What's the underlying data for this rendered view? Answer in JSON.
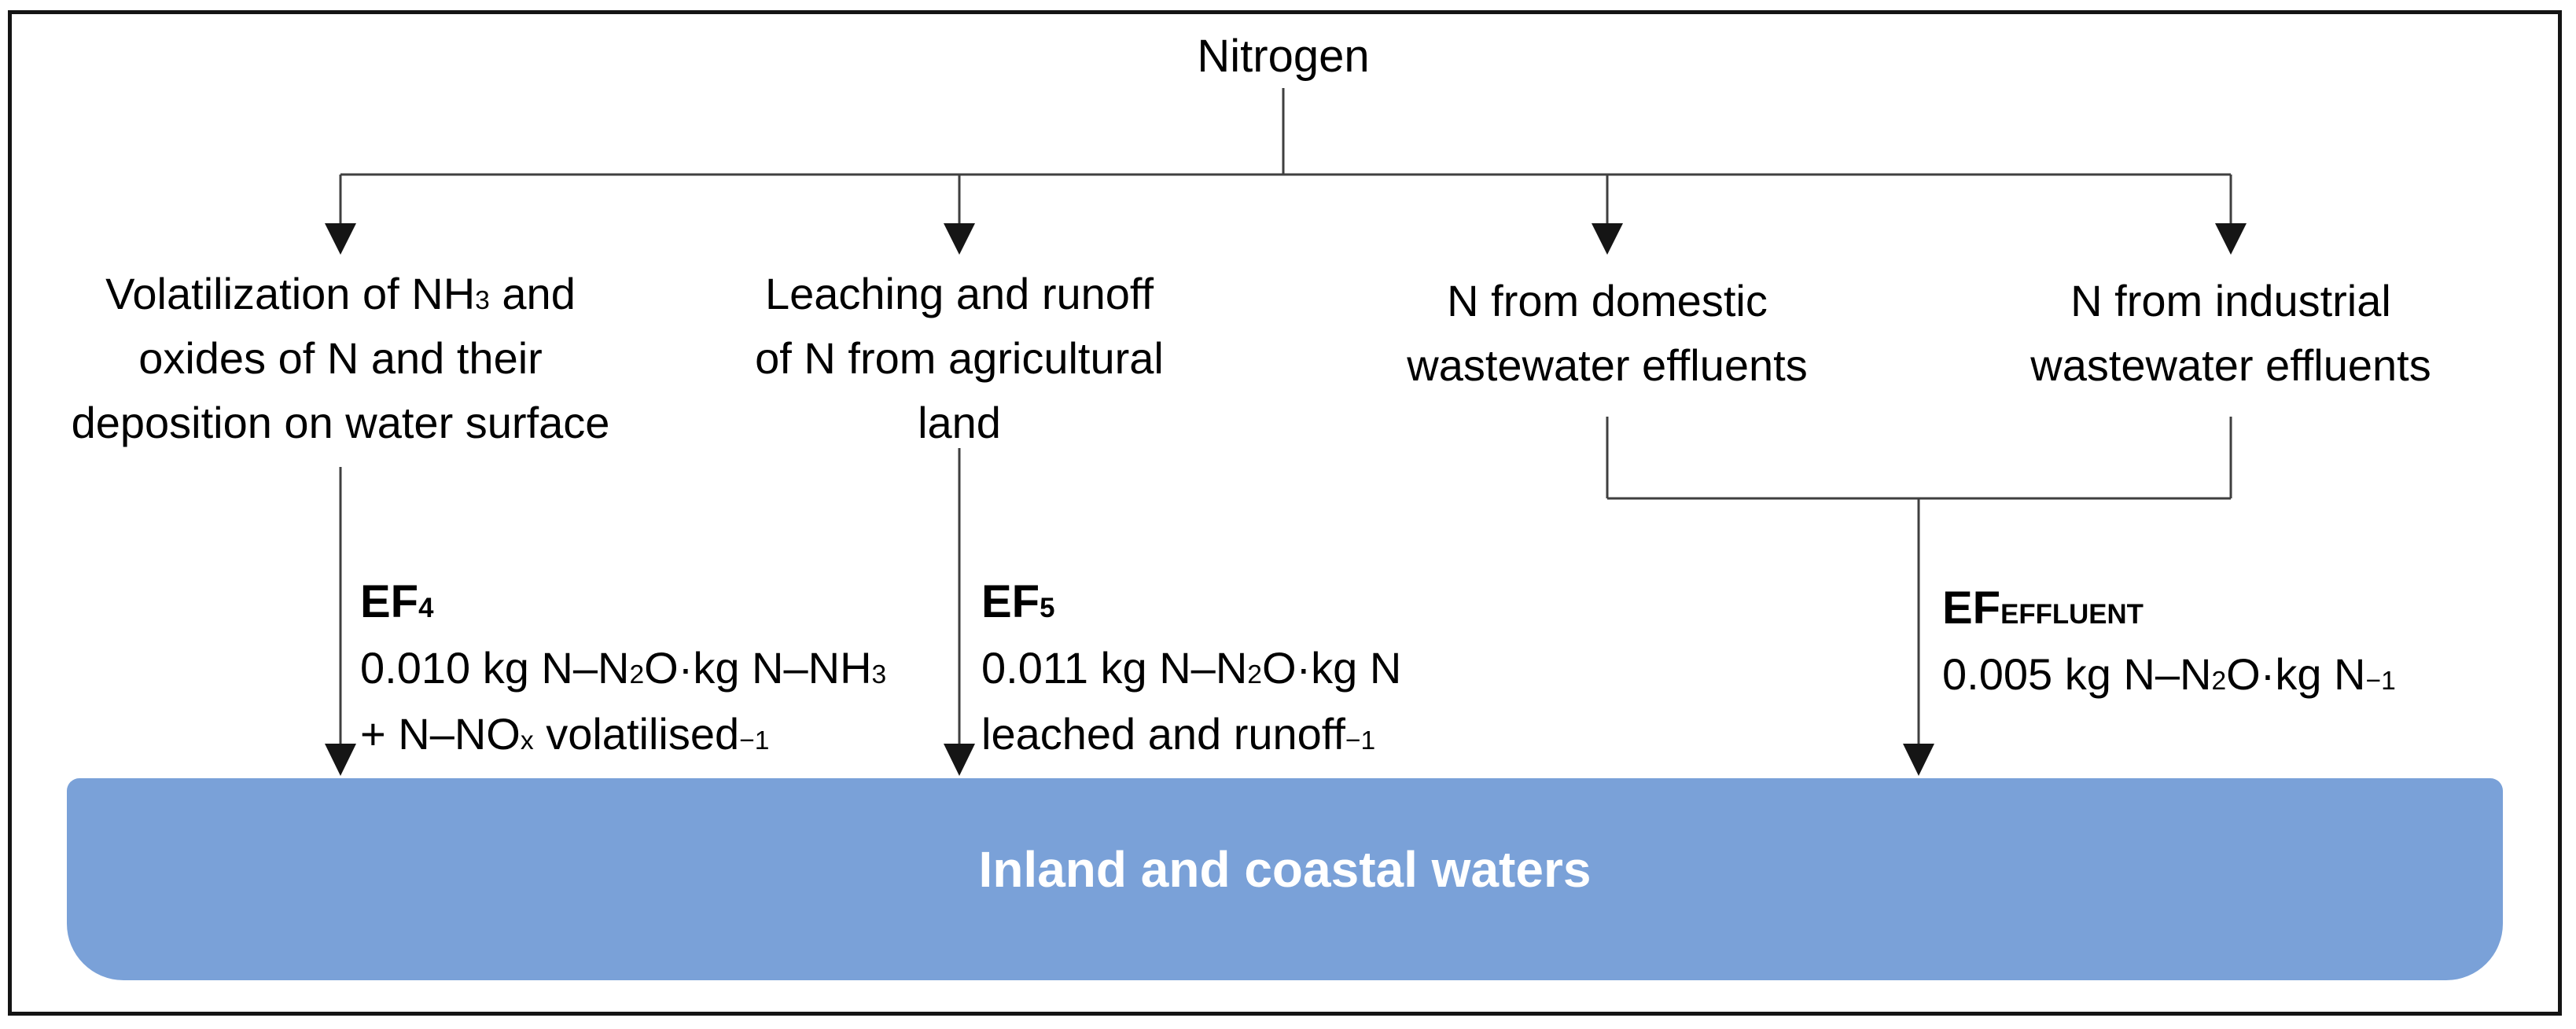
{
  "figure": {
    "root_label": "Nitrogen",
    "sink_label": "Inland and coastal waters",
    "branches": [
      {
        "id": "volatilization",
        "lines": [
          [
            {
              "t": "Volatilization of NH"
            },
            {
              "t": "3",
              "v": "sub"
            },
            {
              "t": " and"
            }
          ],
          [
            {
              "t": "oxides of N and their"
            }
          ],
          [
            {
              "t": "deposition on water surface"
            }
          ]
        ]
      },
      {
        "id": "leaching",
        "lines": [
          [
            {
              "t": "Leaching and runoff"
            }
          ],
          [
            {
              "t": "of N from agricultural"
            }
          ],
          [
            {
              "t": "land"
            }
          ]
        ]
      },
      {
        "id": "domestic",
        "lines": [
          [
            {
              "t": "N from domestic"
            }
          ],
          [
            {
              "t": "wastewater effluents"
            }
          ]
        ]
      },
      {
        "id": "industrial",
        "lines": [
          [
            {
              "t": "N from industrial"
            }
          ],
          [
            {
              "t": "wastewater effluents"
            }
          ]
        ]
      }
    ],
    "emission_factors": [
      {
        "id": "EF4",
        "name": [
          {
            "t": "EF",
            "b": true
          },
          {
            "t": "4",
            "v": "sub",
            "b": true
          }
        ],
        "lines": [
          [
            {
              "t": "0.010 kg N–N"
            },
            {
              "t": "2",
              "v": "sub"
            },
            {
              "t": "O·kg N–NH"
            },
            {
              "t": "3",
              "v": "sub"
            }
          ],
          [
            {
              "t": "+ N–NO"
            },
            {
              "t": "x",
              "v": "sub"
            },
            {
              "t": " volatilised"
            },
            {
              "t": "−1",
              "v": "sup"
            }
          ]
        ]
      },
      {
        "id": "EF5",
        "name": [
          {
            "t": "EF",
            "b": true
          },
          {
            "t": "5",
            "v": "sub",
            "b": true
          }
        ],
        "lines": [
          [
            {
              "t": "0.011 kg N–N"
            },
            {
              "t": "2",
              "v": "sub"
            },
            {
              "t": "O·kg N"
            }
          ],
          [
            {
              "t": "leached and runoff"
            },
            {
              "t": "−1",
              "v": "sup"
            }
          ]
        ]
      },
      {
        "id": "EFEFFLUENT",
        "name": [
          {
            "t": "EF",
            "b": true
          },
          {
            "t": "EFFLUENT",
            "v": "sub",
            "b": true
          }
        ],
        "lines": [
          [
            {
              "t": "0.005 kg N–N"
            },
            {
              "t": "2",
              "v": "sub"
            },
            {
              "t": "O·kg N"
            },
            {
              "t": "−1",
              "v": "sup"
            }
          ]
        ]
      }
    ],
    "colors": {
      "water": "#7aa1d8",
      "water_text": "#ffffff",
      "line": "#3f3f3f",
      "arrow": "#151515",
      "border": "#141414"
    }
  }
}
